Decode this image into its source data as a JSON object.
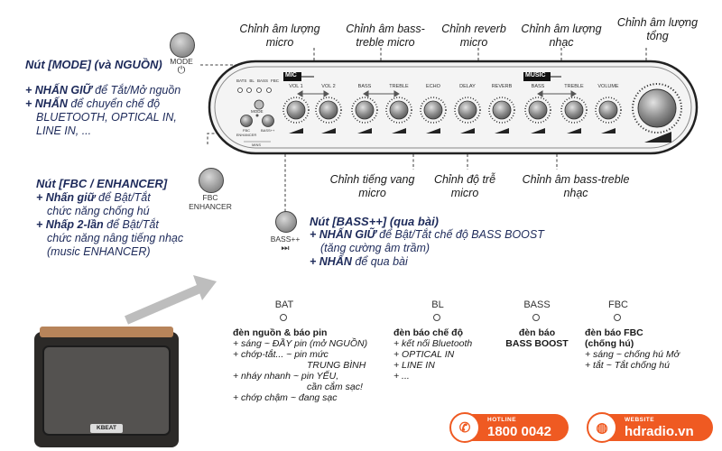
{
  "callouts_top": {
    "mic_volume": "Chỉnh âm lượng micro",
    "mic_bass_treble": "Chỉnh âm bass-treble micro",
    "mic_reverb": "Chỉnh reverb micro",
    "music_volume": "Chỉnh âm lượng nhạc",
    "master_volume": "Chỉnh âm lượng tổng"
  },
  "callouts_bottom": {
    "mic_echo": "Chỉnh tiếng vang micro",
    "mic_delay": "Chỉnh độ trễ micro",
    "music_bass_treble": "Chỉnh âm bass-treble nhạc"
  },
  "panel": {
    "mic_tag": "MIC",
    "music_tag": "MUSIC",
    "knobs": [
      "VOL 1",
      "VOL 2",
      "BASS",
      "TREBLE",
      "ECHO",
      "DELAY",
      "REVERB",
      "BASS",
      "TREBLE",
      "VOLUME"
    ],
    "leds": [
      "BATS",
      "BL",
      "BASS",
      "FBC"
    ],
    "mode_label": "MODE",
    "fbc_label": "FBC ENHANCER",
    "bass_label": "BASS++",
    "mins_label": "MINS"
  },
  "mode_button": {
    "label": "MODE",
    "title": "Nút [MODE] (và NGUỒN)",
    "lines": [
      {
        "bold": "+ NHẤN GIỮ",
        "text": " để Tắt/Mở nguồn"
      },
      {
        "bold": "+ NHẤN",
        "text": " để chuyển chế độ"
      },
      {
        "bold": "",
        "text": "BLUETOOTH, OPTICAL IN,"
      },
      {
        "bold": "",
        "text": "LINE IN, ..."
      }
    ]
  },
  "fbc_button": {
    "label_1": "FBC",
    "label_2": "ENHANCER",
    "title": "Nút [FBC / ENHANCER]",
    "lines": [
      {
        "bold": "+ Nhấn giữ",
        "text": " để Bật/Tắt"
      },
      {
        "bold": "",
        "text": "chức năng chống hú"
      },
      {
        "bold": "+ Nhấp 2-lần",
        "text": " để Bật/Tắt"
      },
      {
        "bold": "",
        "text": "chức năng nâng tiếng nhạc"
      },
      {
        "bold": "",
        "text": "(music ENHANCER)"
      }
    ]
  },
  "bass_button": {
    "label": "BASS++",
    "glyph": "⏭",
    "title": "Nút [BASS++] (qua bài)",
    "lines": [
      {
        "bold": "+ NHẤN GIỮ",
        "text": " để Bật/Tắt chế độ BASS BOOST"
      },
      {
        "bold": "",
        "text": "(tăng cường âm trầm)"
      },
      {
        "bold": "+ NHẤN",
        "text": " để qua bài"
      }
    ]
  },
  "led_legend": [
    {
      "code": "BAT",
      "title": "đèn nguồn & báo pin",
      "lines": [
        "+ sáng ~ ĐẦY pin (mở NGUỒN)",
        "+ chớp-tắt... ~ pin mức",
        "TRUNG BÌNH",
        "+ nháy nhanh ~ pin YẾU,",
        "cần cắm sạc!",
        "+ chớp chậm ~ đang sạc"
      ]
    },
    {
      "code": "BL",
      "title": "đèn báo chế độ",
      "lines": [
        "+ kết nối Bluetooth",
        "+ OPTICAL IN",
        "+ LINE IN",
        "+ ..."
      ]
    },
    {
      "code": "BASS",
      "title": "đèn báo",
      "title2": "BASS BOOST",
      "lines": []
    },
    {
      "code": "FBC",
      "title": "đèn báo FBC",
      "title2": "(chống hú)",
      "lines": [
        "+ sáng ~ chống hú Mở",
        "+ tắt ~ Tắt chống hú"
      ]
    }
  ],
  "hotline": {
    "caption": "HOTLINE",
    "value": "1800 0042"
  },
  "website": {
    "caption": "WEBSITE",
    "value": "hdradio.vn"
  },
  "speaker_badge": "KBEAT",
  "colors": {
    "navy": "#1d2a5a",
    "brand_orange": "#ef5a22"
  }
}
